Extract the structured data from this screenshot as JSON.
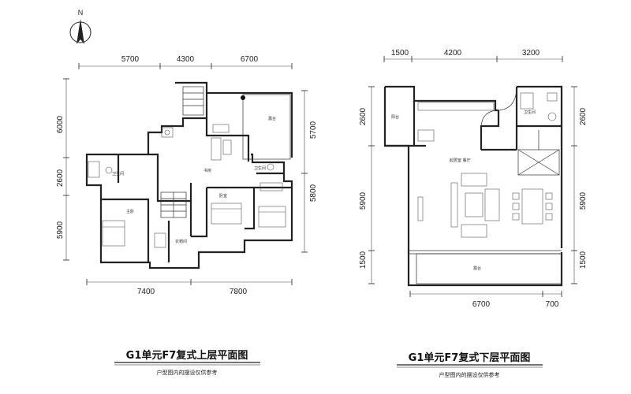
{
  "compass": {
    "north_label": "N"
  },
  "upper": {
    "title": "G1单元F7复式上层平面图",
    "note": "户型图内的摆设仅供参考",
    "top_dims": [
      "5700",
      "4300",
      "6700"
    ],
    "bottom_dims": [
      "7400",
      "7800"
    ],
    "left_dims": [
      "6000",
      "2600",
      "5900"
    ],
    "right_dims": [
      "5700",
      "5800"
    ],
    "rooms": {
      "terrace": "露台",
      "study": "书房",
      "bath1": "卫生间",
      "bath2": "卫生间",
      "bedroom": "卧室",
      "master": "主卧",
      "closet": "衣帽间"
    }
  },
  "lower": {
    "title": "G1单元F7复式下层平面图",
    "note": "户型图内的摆设仅供参考",
    "top_dims": [
      "1500",
      "4200",
      "3200"
    ],
    "bottom_dims": [
      "6700",
      "700"
    ],
    "left_dims": [
      "2600",
      "5900",
      "1500"
    ],
    "right_dims": [
      "2600",
      "5900",
      "1500"
    ],
    "rooms": {
      "balcony": "阳台",
      "living": "起居室 餐厅",
      "terrace": "露台",
      "bath": "卫生间"
    }
  }
}
